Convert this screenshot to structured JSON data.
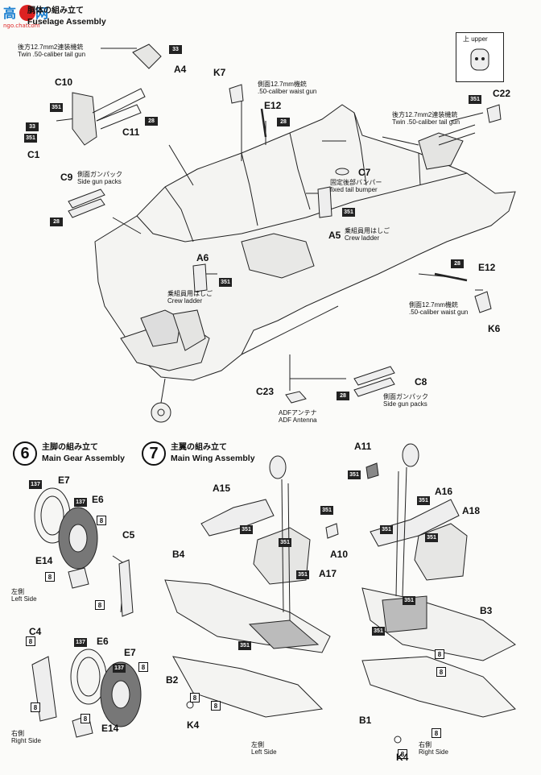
{
  "watermark": {
    "chars": "高",
    "site": "ngo.chatcom",
    "brand": "飞网"
  },
  "section5": {
    "jp": "胴体の組み立て",
    "en": "Fuselage Assembly"
  },
  "section6": {
    "num": "6",
    "jp": "主脚の組み立て",
    "en": "Main Gear Assembly"
  },
  "section7": {
    "num": "7",
    "jp": "主翼の組み立て",
    "en": "Main Wing Assembly"
  },
  "upper": {
    "jp": "上",
    "en": "upper"
  },
  "tail_gun_left": {
    "jp": "後方12.7mm2連装機銃",
    "en": "Twin .50-caliber tail gun"
  },
  "tail_gun_right": {
    "jp": "後方12.7mm2連装機銃",
    "en": "Twin .50-caliber tail gun"
  },
  "waist_gun_top": {
    "jp": "側面12.7mm機銃",
    "en": ".50-caliber waist gun"
  },
  "waist_gun_right": {
    "jp": "側面12.7mm機銃",
    "en": ".50-caliber waist gun"
  },
  "side_packs_left": {
    "jp": "側面ガンパック",
    "en": "Side gun packs"
  },
  "side_packs_right": {
    "jp": "側面ガンパック",
    "en": "Side gun packs"
  },
  "tail_bumper": {
    "jp": "固定後部バンパー",
    "en": "fixed tail bumper"
  },
  "crew_ladder_a5": {
    "jp": "乗組員用はしご",
    "en": "Crew ladder"
  },
  "crew_ladder_a6": {
    "jp": "乗組員用はしご",
    "en": "Crew ladder"
  },
  "adf": {
    "jp": "ADFアンテナ",
    "en": "ADF Antenna"
  },
  "left_side_6": {
    "jp": "左側",
    "en": "Left Side"
  },
  "right_side_6": {
    "jp": "右側",
    "en": "Right Side"
  },
  "left_side_7": {
    "jp": "左側",
    "en": "Left Side"
  },
  "right_side_7": {
    "jp": "右側",
    "en": "Right Side"
  },
  "parts": {
    "A4": "A4",
    "C10": "C10",
    "C11": "C11",
    "C1": "C1",
    "K7": "K7",
    "E12a": "E12",
    "C9": "C9",
    "C7": "C7",
    "A5": "A5",
    "A6": "A6",
    "C22": "C22",
    "E12b": "E12",
    "K6": "K6",
    "C8": "C8",
    "C23": "C23",
    "E7a": "E7",
    "E6a": "E6",
    "C5": "C5",
    "E14a": "E14",
    "C4": "C4",
    "E6b": "E6",
    "E7b": "E7",
    "E14b": "E14",
    "A15": "A15",
    "B4": "B4",
    "A10": "A10",
    "A17": "A17",
    "B2": "B2",
    "K4a": "K4",
    "A11": "A11",
    "A16": "A16",
    "A18": "A18",
    "B3": "B3",
    "B1": "B1",
    "K4b": "K4"
  },
  "codes": {
    "c351": "351",
    "c33": "33",
    "c28": "28",
    "c137": "137",
    "c8": "8"
  }
}
